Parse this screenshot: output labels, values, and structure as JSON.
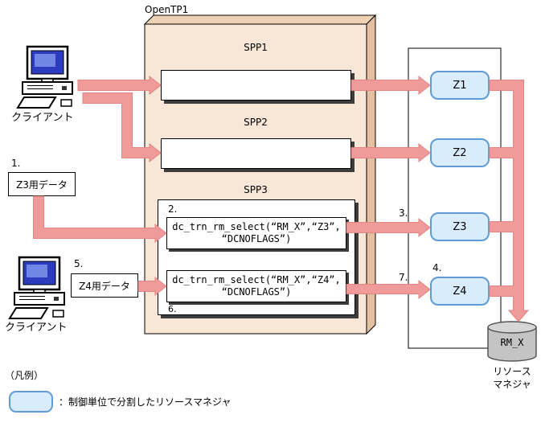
{
  "openTp1": {
    "title": "OpenTP1"
  },
  "clients": {
    "top": "クライアント",
    "bottom": "クライアント"
  },
  "spps": {
    "spp1": "SPP1",
    "spp2": "SPP2",
    "spp3": "SPP3"
  },
  "calls": {
    "z3_line1": "dc_trn_rm_select(“RM_X”,“Z3”,",
    "z3_line2": "“DCNOFLAGS”)",
    "z4_line1": "dc_trn_rm_select(“RM_X”,“Z4”,",
    "z4_line2": "“DCNOFLAGS”)"
  },
  "data_boxes": {
    "z3": "Z3用データ",
    "z4": "Z4用データ"
  },
  "steps": {
    "n1": "1.",
    "n2": "2.",
    "n3": "3.",
    "n4": "4.",
    "n5": "5.",
    "n6": "6.",
    "n7": "7."
  },
  "resources": {
    "z1": "Z1",
    "z2": "Z2",
    "z3": "Z3",
    "z4": "Z4",
    "cylinder": "RM_X",
    "caption_line1": "リソース",
    "caption_line2": "マネジャ"
  },
  "legend": {
    "title": "（凡例）",
    "description": "：制御単位で分割したリソースマネジャ"
  },
  "colors": {
    "arrow_fill": "#f19a9a",
    "arrow_edge": "#e08484",
    "box_front": "#f8e7d6",
    "box_top": "#eed2b6",
    "box_side": "#e3c0a1",
    "zbox_fill": "#d9ecfb",
    "zbox_border": "#5f9cd6",
    "cylinder_fill": "#c4c4c4"
  }
}
